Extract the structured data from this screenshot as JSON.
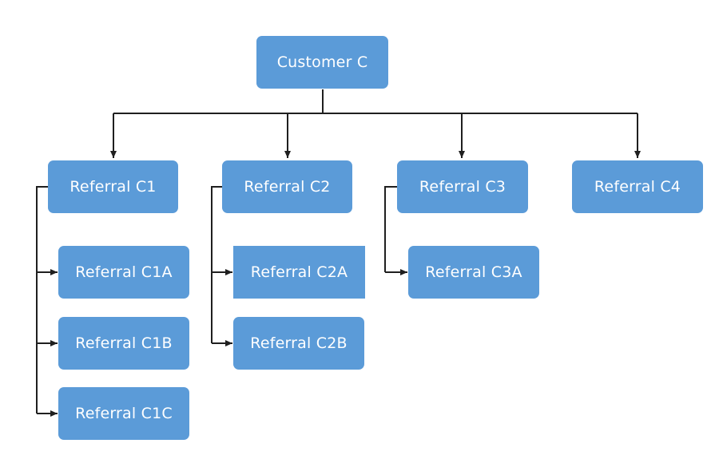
{
  "diagram": {
    "line_color": "#1f1f1f",
    "node_color": "#5b9bd8",
    "node_text_color": "#ffffff",
    "root": {
      "label": "Customer C"
    },
    "referrals": [
      {
        "label": "Referral C1",
        "children": [
          {
            "label": "Referral C1A"
          },
          {
            "label": "Referral C1B"
          },
          {
            "label": "Referral C1C"
          }
        ]
      },
      {
        "label": "Referral C2",
        "children": [
          {
            "label": "Referral C2A"
          },
          {
            "label": "Referral C2B"
          }
        ]
      },
      {
        "label": "Referral C3",
        "children": [
          {
            "label": "Referral C3A"
          }
        ]
      },
      {
        "label": "Referral C4",
        "children": []
      }
    ]
  }
}
